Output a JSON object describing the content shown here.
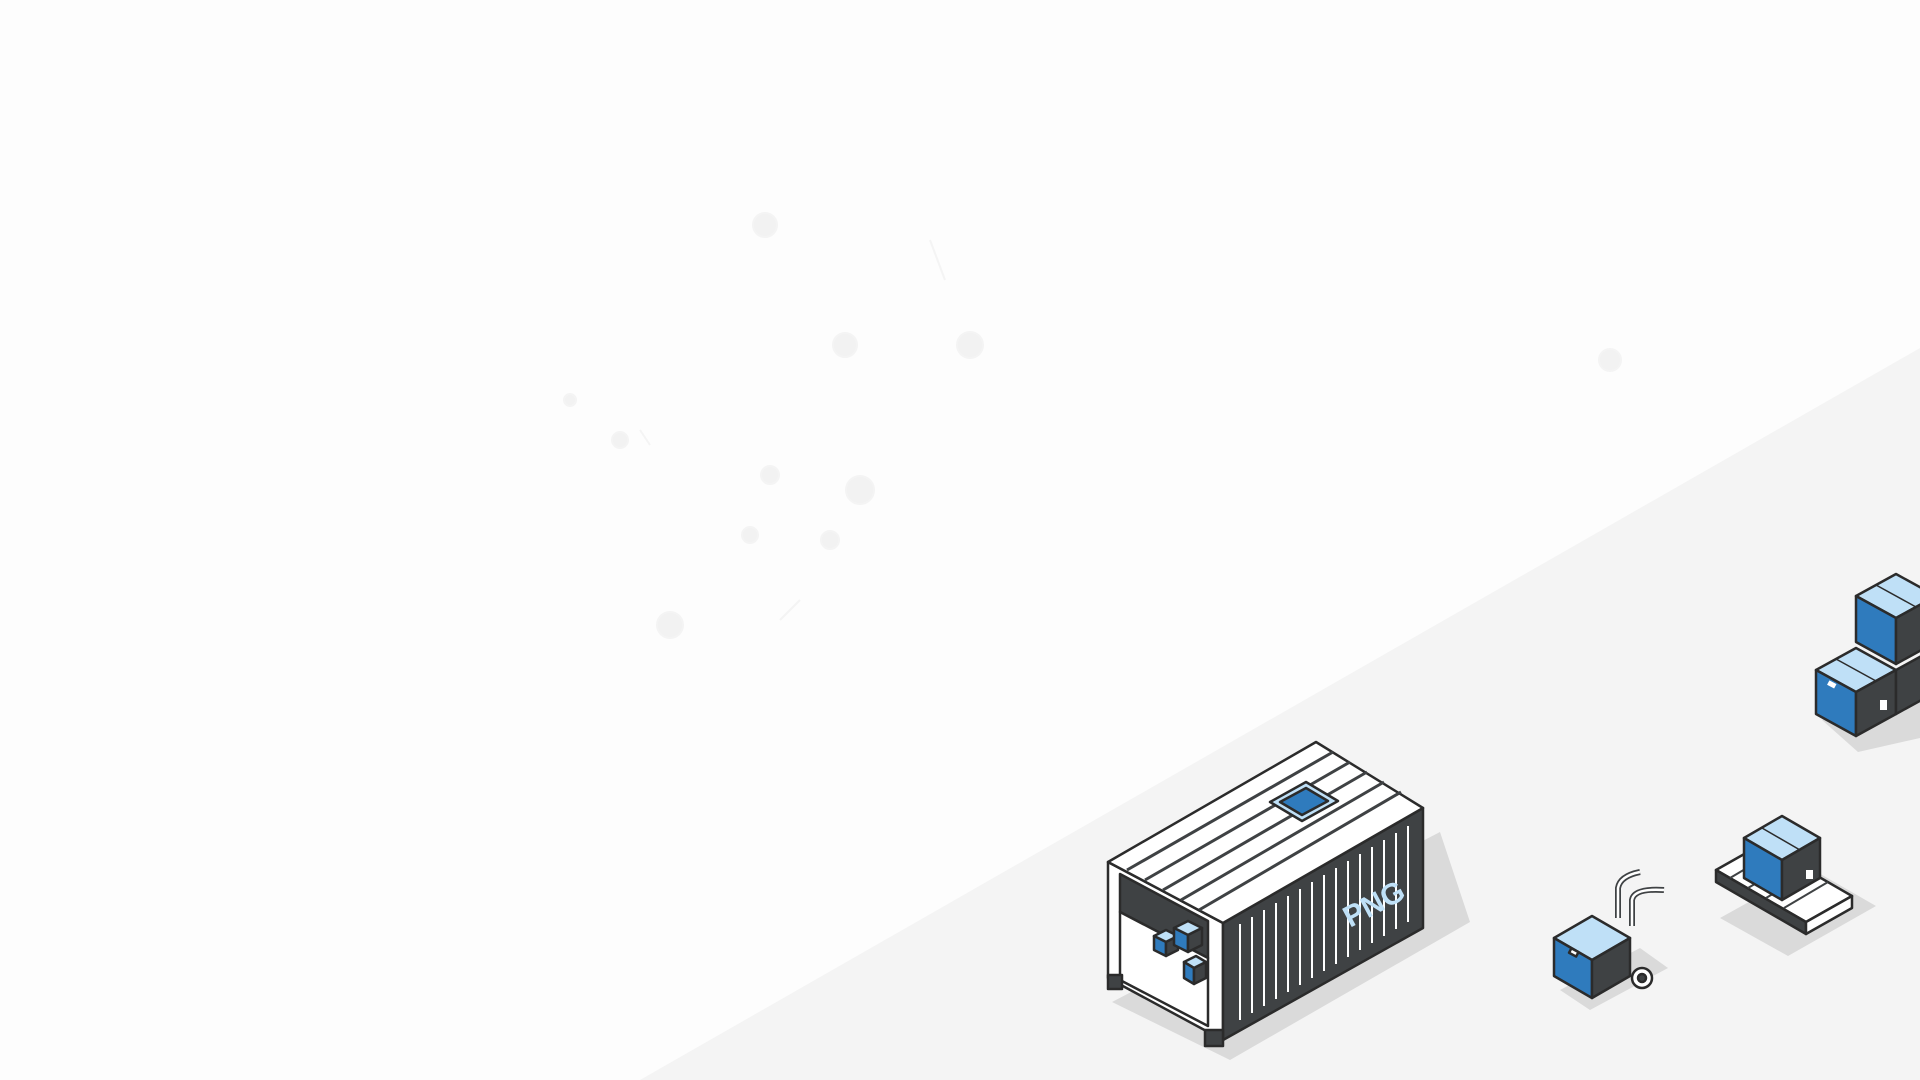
{
  "container": {
    "label": "PNG"
  },
  "colors": {
    "background": "#fdfdfd",
    "floor": "#f4f4f4",
    "dark": "#3f4244",
    "light": "#ffffff",
    "blue": "#2f7bbd",
    "light_blue": "#bfe0f7",
    "shadow": "#dadada",
    "outline": "#2b2b2b"
  },
  "icons": [
    "shipping-container-illustration",
    "stacked-boxes-illustration",
    "pallet-box-illustration",
    "hand-truck-box-illustration",
    "faint-network-dots-decoration"
  ]
}
